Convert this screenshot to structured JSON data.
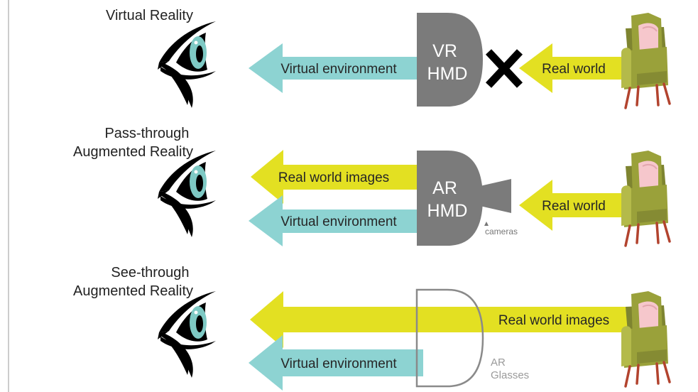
{
  "colors": {
    "teal": "#8dd3d2",
    "yellow": "#e3e022",
    "device": "#7b7b7b",
    "chair": "#9aa13a",
    "pillow": "#f6c7cc",
    "legs": "#b2432e"
  },
  "rows": {
    "vr": {
      "title_lines": [
        "Virtual Reality"
      ],
      "virtual_label": "Virtual environment",
      "device_lines": [
        "VR",
        "HMD"
      ],
      "real_label": "Real world",
      "blocked_icon": "x-icon"
    },
    "passthrough": {
      "title_lines": [
        "Pass-through",
        "Augmented Reality"
      ],
      "images_label": "Real world images",
      "virtual_label": "Virtual environment",
      "device_lines": [
        "AR",
        "HMD"
      ],
      "real_label": "Real world",
      "cameras_label": "cameras"
    },
    "seethrough": {
      "title_lines": [
        "See-through",
        "Augmented Reality"
      ],
      "images_label": "Real world images",
      "virtual_label": "Virtual environment",
      "glasses_lines": [
        "AR",
        "Glasses"
      ]
    }
  },
  "icons": [
    "eye-icon",
    "armchair-icon",
    "x-icon",
    "camera-icon"
  ]
}
